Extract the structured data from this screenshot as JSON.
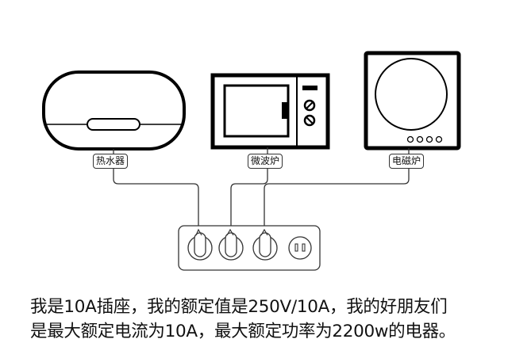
{
  "appliances": [
    {
      "id": "water-heater",
      "label": "热水器"
    },
    {
      "id": "microwave",
      "label": "微波炉"
    },
    {
      "id": "induction-cooker",
      "label": "电磁炉"
    }
  ],
  "power_strip": {
    "sockets": [
      {
        "type": "plug-connected",
        "connected_to": "热水器"
      },
      {
        "type": "plug-connected",
        "connected_to": "微波炉"
      },
      {
        "type": "plug-connected",
        "connected_to": "电磁炉"
      },
      {
        "type": "empty-two-pin"
      }
    ]
  },
  "caption": {
    "line1": "我是10A插座，我的额定值是250V/10A，我的好朋友们",
    "line2": "是最大额定电流为10A，最大额定功率为2200w的电器。"
  },
  "colors": {
    "stroke": "#000000",
    "wire": "#333333",
    "background": "#ffffff"
  }
}
